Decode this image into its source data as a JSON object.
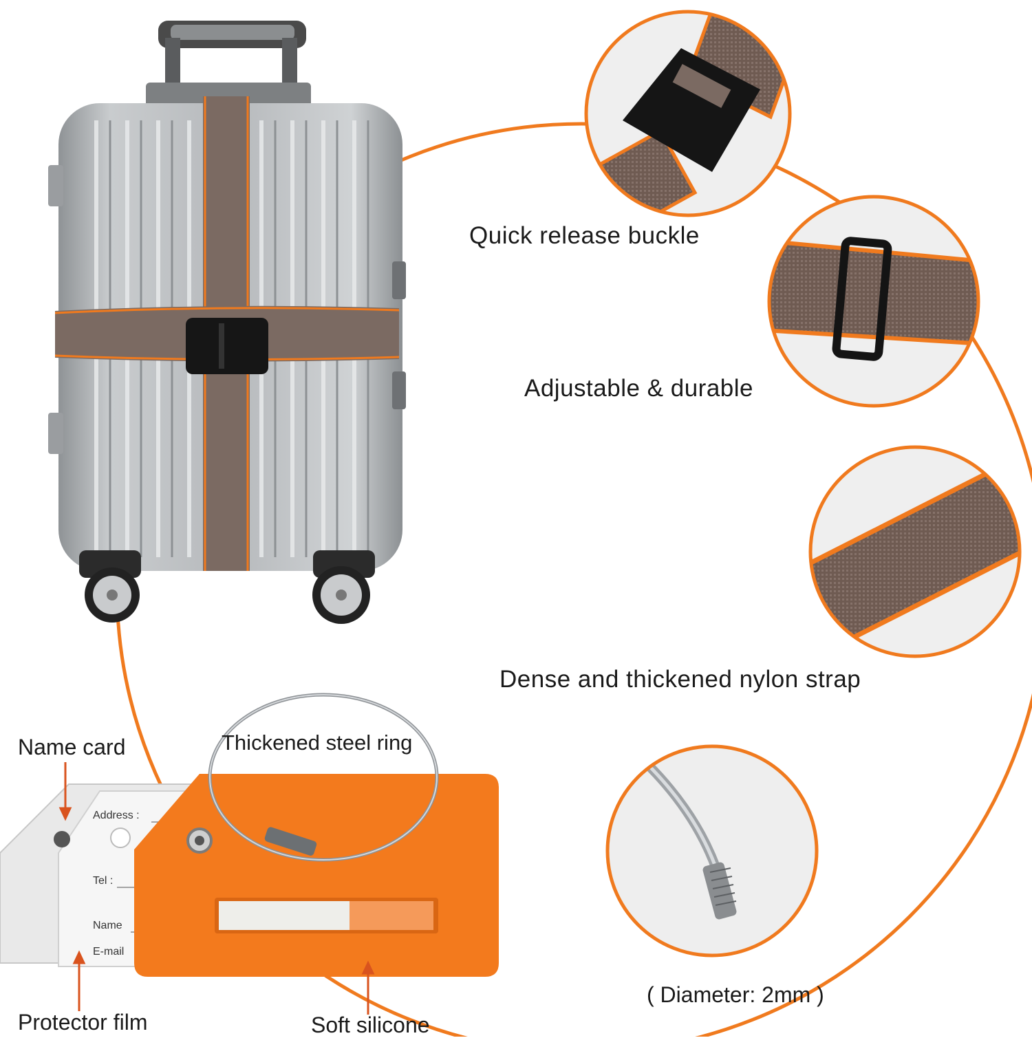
{
  "colors": {
    "accent": "#f07a1e",
    "strap": "#7b6a62",
    "strap_edge": "#f07a1e",
    "suitcase": "#b9bcbf",
    "buckle": "#161616",
    "silicone": "#f37a1d"
  },
  "features": {
    "buckle": "Quick release buckle",
    "adjustable": "Adjustable & durable",
    "nylon": "Dense and thickened nylon strap",
    "diameter": "( Diameter: 2mm )"
  },
  "tag": {
    "steel_ring": "Thickened steel ring",
    "name_card": "Name card",
    "protector_film": "Protector film",
    "soft_silicone": "Soft silicone",
    "fields": {
      "address": "Address :",
      "tel": "Tel :",
      "name": "Name",
      "email": "E-mail"
    }
  },
  "icons": [
    "suitcase-icon",
    "buckle-icon",
    "slider-buckle-icon",
    "strap-icon",
    "steel-cable-icon",
    "luggage-tag-icon"
  ]
}
